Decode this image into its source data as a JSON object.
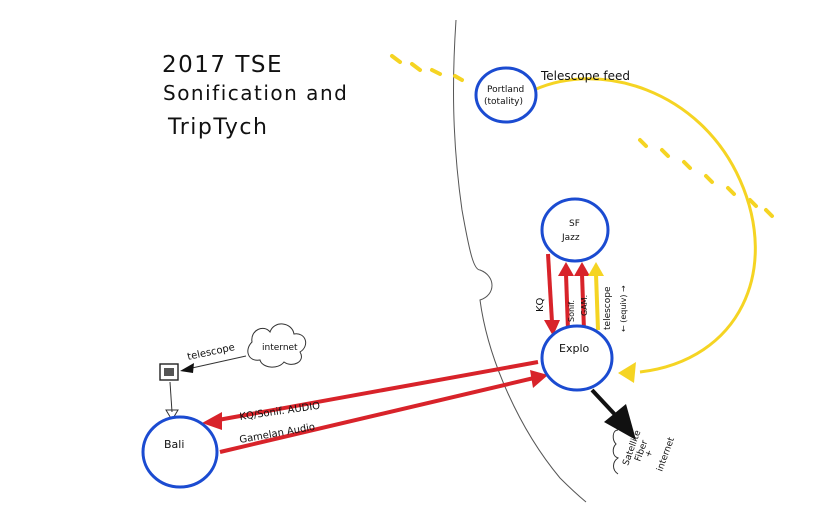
{
  "title": {
    "line1": "2017 TSE",
    "line2": "Sonification and",
    "line3": "TripTych"
  },
  "nodes": {
    "portland_line1": "Portland",
    "portland_line2": "(totality)",
    "sfjazz_line1": "SF",
    "sfjazz_line2": "Jazz",
    "explo": "Explo",
    "bali": "Bali"
  },
  "edge_labels": {
    "telescope_feed": "Telescope feed",
    "kq": "KQ",
    "sonif_line1": "Sonif.",
    "sonif_line2": "GAM.",
    "telescope_vertical": "telescope",
    "equiv": "← (equiv) →",
    "kq_sonif_audio": "KQ/Sonif. AUDIO",
    "gamelan_audio": "Gamelan Audio",
    "telescope_small": "telescope",
    "internet_cloud": "internet",
    "satellite_line1": "Satellite",
    "satellite_line2": "Fiber",
    "satellite_line3": "+",
    "satellite_line4": "internet"
  },
  "colors": {
    "red": "#d8232a",
    "yellow": "#f5d423",
    "blue": "#1b4bd1",
    "ink": "#111111"
  }
}
